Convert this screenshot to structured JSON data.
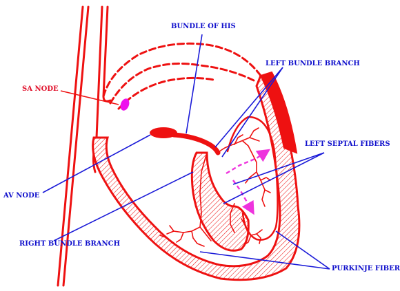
{
  "labels": {
    "bundle_of_his": "BUNDLE OF HIS",
    "left_bundle_branch": "LEFT BUNDLE BRANCH",
    "sa_node": "SA NODE",
    "left_septal_fibers": "LEFT SEPTAL FIBERS",
    "av_node": "AV NODE",
    "right_bundle_branch": "RIGHT BUNDLE BRANCH",
    "purkinje_fibers": "PURKINJE FIBERS"
  },
  "colors": {
    "heart": "#ee1111",
    "label_text": "#1010cc",
    "pointer_line": "#1a1ad8",
    "sa_pointer": "#e0102a",
    "sa_node": "#ee11ee",
    "septal_arrows": "#ee33dd",
    "background": "#ffffff"
  },
  "icons": {
    "sa_node": "magenta-oval-node",
    "septal_flow": "dashed-arrow"
  }
}
